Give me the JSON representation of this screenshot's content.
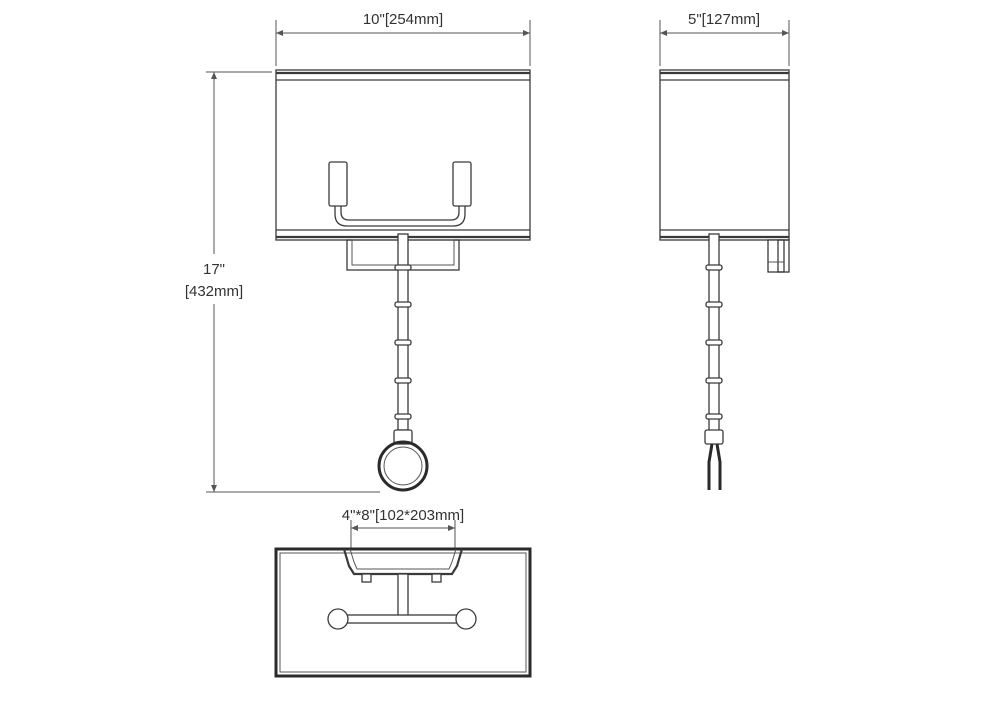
{
  "dimensions": {
    "front_width": "10\"[254mm]",
    "side_depth": "5\"[127mm]",
    "height_in": "17\"",
    "height_mm": "[432mm]",
    "backplate": "4\"*8\"[102*203mm]"
  },
  "colors": {
    "line": "#3a3a3a",
    "background": "#ffffff"
  }
}
